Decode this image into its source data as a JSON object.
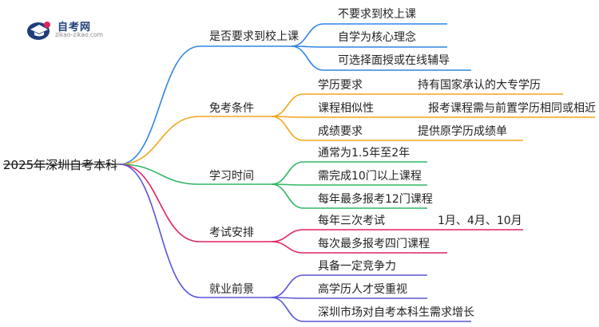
{
  "logo": {
    "name": "自考网",
    "url": "zikao-zikao.com"
  },
  "root": "2025年深圳自考本科",
  "colors": {
    "blue": "#2f86e3",
    "orange": "#f2a51c",
    "green": "#2fb865",
    "red": "#e0245e",
    "purple": "#5a55d8"
  },
  "branches": [
    {
      "label": "是否要求到校上课",
      "items": [
        {
          "text": "不要求到校上课"
        },
        {
          "text": "自学为核心理念"
        },
        {
          "text": "可选择面授或在线辅导"
        }
      ]
    },
    {
      "label": "免考条件",
      "items": [
        {
          "text": "学历要求",
          "detail": "持有国家承认的大专学历"
        },
        {
          "text": "课程相似性",
          "detail": "报考课程需与前置学历相同或相近"
        },
        {
          "text": "成绩要求",
          "detail": "提供原学历成绩单"
        }
      ]
    },
    {
      "label": "学习时间",
      "items": [
        {
          "text": "通常为1.5年至2年"
        },
        {
          "text": "需完成10门以上课程"
        },
        {
          "text": "每年最多报考12门课程"
        }
      ]
    },
    {
      "label": "考试安排",
      "items": [
        {
          "text": "每年三次考试",
          "detail": "1月、4月、10月"
        },
        {
          "text": "每次最多报考四门课程"
        }
      ]
    },
    {
      "label": "就业前景",
      "items": [
        {
          "text": "具备一定竞争力"
        },
        {
          "text": "高学历人才受重视"
        },
        {
          "text": "深圳市场对自考本科生需求增长"
        }
      ]
    }
  ]
}
